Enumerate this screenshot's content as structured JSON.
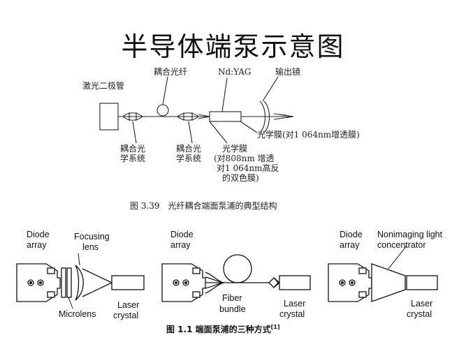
{
  "title": "半导体端泵示意图",
  "figure1": {
    "labels": {
      "laser_diode": "激光二极管",
      "fiber_coupling": "耦合光纤",
      "nd_yag": "Nd:YAG",
      "output_mirror": "输出镜",
      "coupling_optics_l1": "耦合光",
      "coupling_optics_l2": "学系统",
      "coupling_optics2_l1": "耦合光",
      "coupling_optics2_l2": "学系统",
      "coating_l1": "光学膜",
      "coating_l2": "(对808nm 增透",
      "coating_l3": "对1 064nm高反",
      "coating_l4": "的双色膜)",
      "mirror_coating": "光学膜(对1 064nm增透膜)"
    },
    "caption": "图 3.39　光纤耦合端面泵浦的典型结构"
  },
  "figure2": {
    "labels": {
      "diode_a_l1": "Diode",
      "diode_a_l2": "array",
      "focusing_l1": "Focusing",
      "focusing_l2": "lens",
      "microlens": "Microlens",
      "laser_a_l1": "Laser",
      "laser_a_l2": "crystal",
      "diode_b_l1": "Diode",
      "diode_b_l2": "array",
      "fiber_l1": "Fiber",
      "fiber_l2": "bundle",
      "laser_b_l1": "Laser",
      "laser_b_l2": "crystal",
      "diode_c_l1": "Diode",
      "diode_c_l2": "array",
      "nonimaging_l1": "Nonimaging light",
      "nonimaging_l2": "concentrator",
      "laser_c_l1": "Laser",
      "laser_c_l2": "crystal"
    },
    "caption": "图 1.1  端面泵浦的三种方式",
    "caption_ref": "[1]"
  }
}
